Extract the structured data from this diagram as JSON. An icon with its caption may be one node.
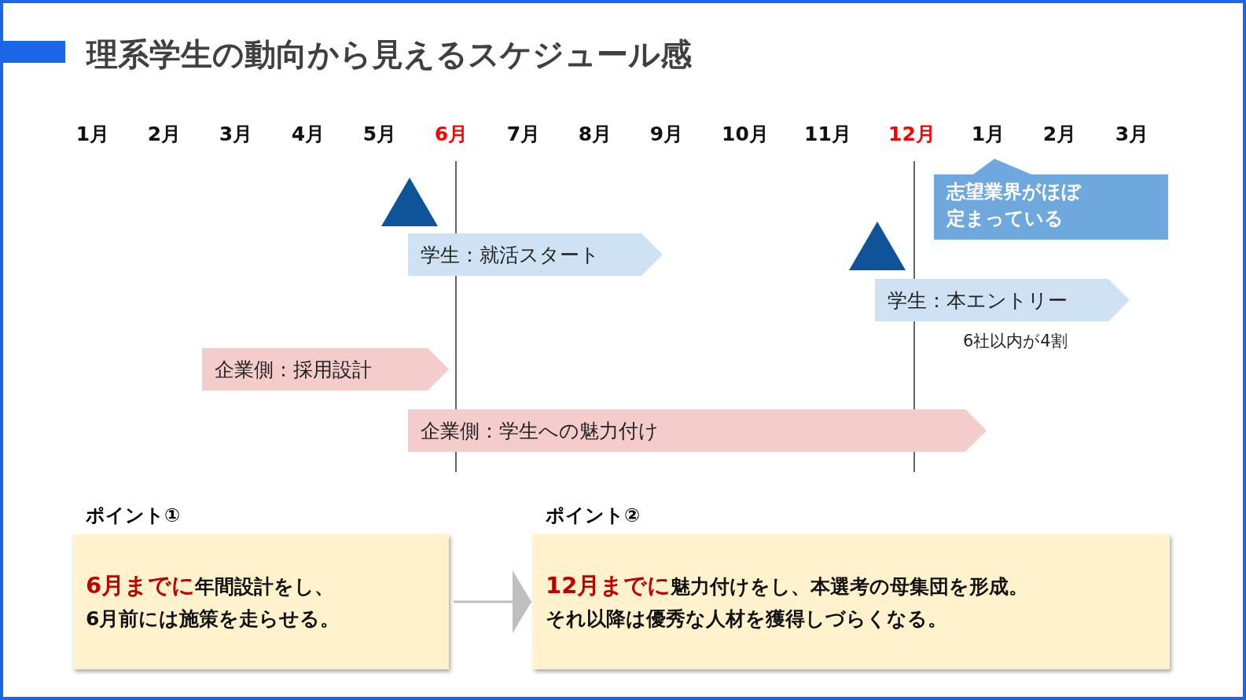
{
  "diagram": {
    "title": "理系学生の動向から見えるスケジュール感",
    "nodes": [
      {
        "text": [
          "学生：就活スタート"
        ]
      },
      {
        "text": [
          "志望業界がほぼ定まっている"
        ]
      },
      {
        "text": [
          "学生：本エントリー"
        ],
        "beside": [
          "6社以内が4割"
        ]
      },
      {
        "text": [
          "企業側：採用設計"
        ]
      },
      {
        "text": [
          "企業側：学生への魅力付け"
        ]
      },
      {
        "text": [
          "ポイント①",
          "**6月までに**年間設計をし、6月前には施策を走らせる。"
        ]
      },
      {
        "text": [
          "ポイント②",
          "**12月までに**魅力付けをし、本選考の母集団を形成。それ以降は優秀な人材を獲得しづらくなる。"
        ]
      }
    ],
    "edges": [
      {
        "from": 5,
        "to": 6,
        "arrow": "to"
      }
    ],
    "labels": [
      "1月",
      "2月",
      "3月",
      "4月",
      "5月",
      "6月",
      "7月",
      "8月",
      "9月",
      "10月",
      "11月",
      "12月",
      "1月",
      "2月",
      "3月"
    ]
  }
}
